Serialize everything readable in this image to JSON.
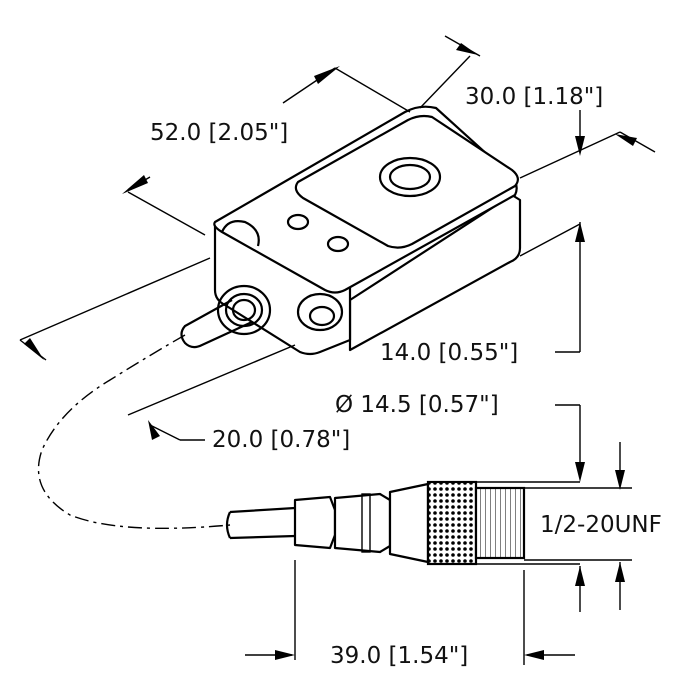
{
  "dimensions": {
    "length": "52.0 [2.05\"]",
    "width": "30.0 [1.18\"]",
    "height": "14.0 [0.55\"]",
    "cable_offset": "20.0 [0.78\"]",
    "connector_diameter": "Ø 14.5 [0.57\"]",
    "thread": "1/2-20UNF",
    "connector_length": "39.0 [1.54\"]"
  },
  "colors": {
    "line": "#000000",
    "background": "#ffffff"
  }
}
